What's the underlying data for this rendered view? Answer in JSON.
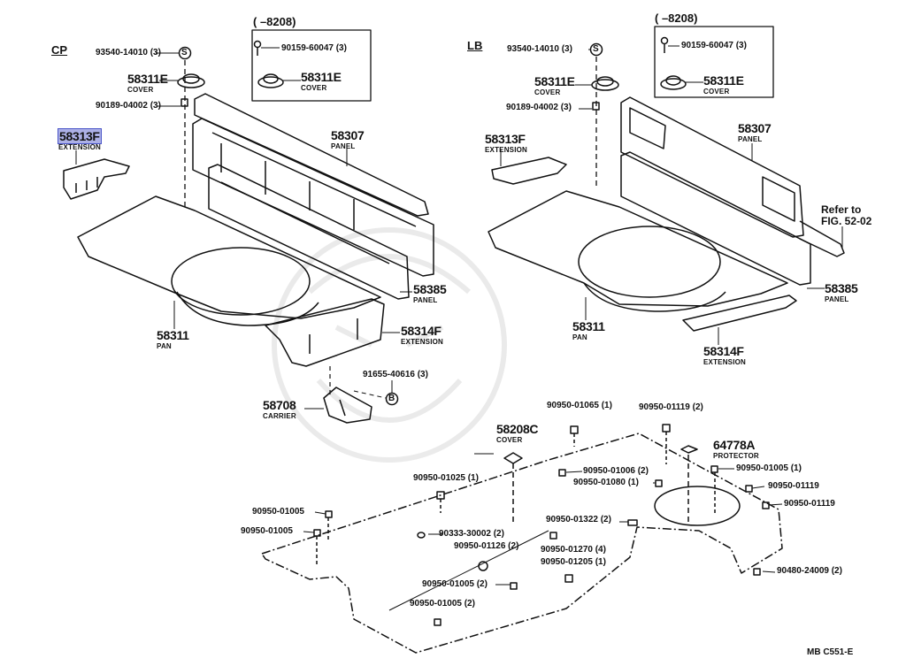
{
  "diagram": {
    "drawing_code": "MB  C551-E",
    "watermark_icon": "samurai-mask-watermark",
    "highlight_color": "#4a55c8",
    "left_view": {
      "section": "CP",
      "inset_range": "(      –8208)",
      "inset_parts": [
        {
          "part": "90159-60047 (3)",
          "desc": ""
        },
        {
          "part": "58311E",
          "desc": "COVER"
        }
      ],
      "parts": [
        {
          "part": "93540-14010 (3)",
          "desc": "",
          "marker": "S"
        },
        {
          "part": "58311E",
          "desc": "COVER"
        },
        {
          "part": "90189-04002 (3)",
          "desc": ""
        },
        {
          "part": "58313F",
          "desc": "EXTENSION",
          "highlighted": true
        },
        {
          "part": "58307",
          "desc": "PANEL"
        },
        {
          "part": "58385",
          "desc": "PANEL"
        },
        {
          "part": "58311",
          "desc": "PAN"
        },
        {
          "part": "58314F",
          "desc": "EXTENSION"
        },
        {
          "part": "91655-40616 (3)",
          "desc": "",
          "marker": "B"
        },
        {
          "part": "58708",
          "desc": "CARRIER"
        }
      ]
    },
    "right_view": {
      "section": "LB",
      "inset_range": "(      –8208)",
      "inset_parts": [
        {
          "part": "90159-60047 (3)",
          "desc": ""
        },
        {
          "part": "58311E",
          "desc": "COVER"
        }
      ],
      "parts": [
        {
          "part": "93540-14010 (3)",
          "desc": "",
          "marker": "S"
        },
        {
          "part": "58311E",
          "desc": "COVER"
        },
        {
          "part": "90189-04002 (3)",
          "desc": ""
        },
        {
          "part": "58313F",
          "desc": "EXTENSION"
        },
        {
          "part": "58307",
          "desc": "PANEL"
        },
        {
          "part": "58385",
          "desc": "PANEL"
        },
        {
          "part": "58311",
          "desc": "PAN"
        },
        {
          "part": "58314F",
          "desc": "EXTENSION"
        }
      ],
      "reference": [
        "Refer to",
        "FIG. 52-02"
      ]
    },
    "floor_cover": {
      "parts": [
        {
          "part": "58208C",
          "desc": "COVER"
        },
        {
          "part": "64778A",
          "desc": "PROTECTOR"
        },
        {
          "part": "90950-01065 (1)"
        },
        {
          "part": "90950-01119 (2)"
        },
        {
          "part": "90950-01006 (2)"
        },
        {
          "part": "90950-01080 (1)"
        },
        {
          "part": "90950-01005 (1)"
        },
        {
          "part": "90950-01119"
        },
        {
          "part": "90950-01119"
        },
        {
          "part": "90950-01025 (1)"
        },
        {
          "part": "90950-01322 (2)"
        },
        {
          "part": "90950-01005"
        },
        {
          "part": "90950-01005"
        },
        {
          "part": "90333-30002 (2)"
        },
        {
          "part": "90950-01126 (2)"
        },
        {
          "part": "90950-01270 (4)"
        },
        {
          "part": "90950-01205 (1)"
        },
        {
          "part": "90950-01005 (2)"
        },
        {
          "part": "90950-01005 (2)"
        },
        {
          "part": "90480-24009 (2)"
        }
      ]
    }
  }
}
